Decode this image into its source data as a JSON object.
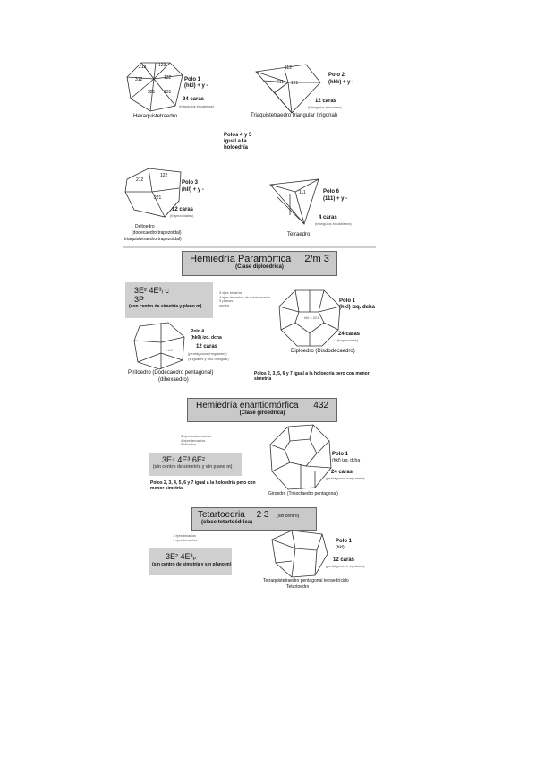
{
  "top": {
    "hexaquis": {
      "faces": [
        "213",
        "123",
        "312",
        "132",
        "321",
        "231"
      ],
      "polo_title": "Polo 1",
      "polo_sym": "(hkl) + y -",
      "caras": "24 caras",
      "caras_note": "(triángulos escalenos)",
      "name": "Hexaquistetraedro"
    },
    "triaquis": {
      "faces": [
        "112",
        "211",
        "121"
      ],
      "polo_title": "Polo 2",
      "polo_sym": "(hkk) + y -",
      "caras": "12 caras",
      "caras_note": "(triángulos isósceles)",
      "name": "Triaquistetraedro triangular (trigonal)"
    },
    "polos_note": "Polos 4 y 5 igual a la holoedría",
    "deltoedro": {
      "faces": [
        "212",
        "122",
        "221"
      ],
      "polo_title": "Polo 3",
      "polo_sym": "(hll) + y -",
      "caras": "12 caras",
      "caras_note": "(trapezoidales)",
      "name": "Deltoedro",
      "name2": "(dodecaedro trapezoidal)",
      "name3": "triaquistetraedro trapezoidal)"
    },
    "tetraedro": {
      "faces": [
        "111"
      ],
      "polo_title": "Polo 6",
      "polo_sym": "(111) + y -",
      "caras": "4 caras",
      "caras_note": "(triángulos equiláteros)",
      "name": "Tetraedro"
    }
  },
  "paramorfica": {
    "title": "Hemiedría Paramórfica",
    "symbol": "2/m 3̄",
    "subtitle": "(Clase diploédrica)",
    "formula_line1": "3E² 4E³ᵢ c",
    "formula_line2": "3P",
    "formula_note": "(con centro de simetría y plano m)",
    "small_notes": [
      "3 ejes binarios",
      "4 ejes ternarios de rotoinversión",
      "3 planos",
      "centro"
    ],
    "polo1_title": "Polo 1",
    "polo1_sym": "(hkl) izq. dcha",
    "inner_label": "hkl = 321",
    "caras1": "24 caras",
    "caras1_note": "(trapezoides)",
    "diploedro_name": "Diploedro (Disdodecaedro)",
    "polo4_title": "Polo 4",
    "polo4_sym": "(hk0) izq. dcha",
    "polo4_caras": "12 caras",
    "polo4_note1": "(pentágonos irregulares)",
    "polo4_note2": "(4 iguales y uno desigual)",
    "pirito_face": "h k0",
    "piritoedro_name": "Piritoedro (Dodecaedro pentagonal)",
    "piritoedro_name2": "(dihexaedro)",
    "polos_note": "Polos 2, 3, 5, 6 y 7 igual a la holoedría pero con menor simetría"
  },
  "enantiomorfica": {
    "title": "Hemiedría enantiomórfica",
    "symbol": "432",
    "subtitle": "(Clase giroédrica)",
    "small_notes": [
      "3 ejes cuaternarios",
      "4 ejes ternarios",
      "6 binarios"
    ],
    "formula": "3E⁴ 4E³ 6E²",
    "formula_note": "(sin centro de simetría y sin plano m)",
    "polos_note": "Polos 2, 3, 4, 5, 6 y 7 igual a la holoedría pero con menor simetría",
    "polo1_title": "Polo 1",
    "polo1_sym": "(hkl) izq. dcha",
    "caras": "24 caras",
    "caras_note": "(pentágonos irregulares)",
    "name": "Giroedro (Trisoctaedro pentagonal)"
  },
  "tetartoedria": {
    "title": "Tetartoedria",
    "symbol": "2 3",
    "symbol_note": "(sin centro)",
    "subtitle": "(clase tetartoédrica)",
    "small_notes": [
      "3 ejes binarios",
      "4 ejes ternarios"
    ],
    "formula": "3E² 4E³ₚ",
    "formula_note": "(sin centro de simetría y sin plano m)",
    "polo1_title": "Polo 1",
    "polo1_sym": "(hkl)",
    "caras": "12 caras",
    "caras_note": "(pentágonos irregulares)",
    "name": "Tetraquistetraedro pentagonal tetraedrícido",
    "name2": "Tetartoedro"
  }
}
